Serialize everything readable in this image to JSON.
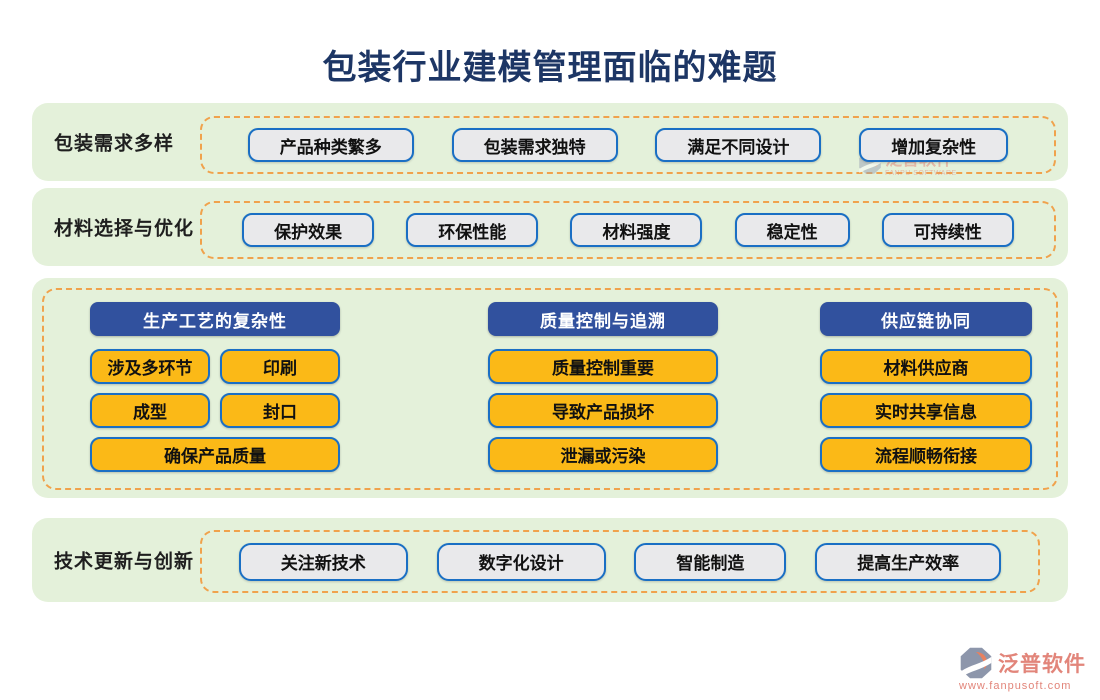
{
  "title": "包装行业建模管理面临的难题",
  "sections": {
    "packaging_demand": {
      "label": "包装需求多样",
      "items": [
        "产品种类繁多",
        "包装需求独特",
        "满足不同设计",
        "增加复杂性"
      ]
    },
    "material_selection": {
      "label": "材料选择与优化",
      "items": [
        "保护效果",
        "环保性能",
        "材料强度",
        "稳定性",
        "可持续性"
      ]
    },
    "process_groups": [
      {
        "header": "生产工艺的复杂性",
        "items": [
          "涉及多环节",
          "印刷",
          "成型",
          "封口",
          "确保产品质量"
        ]
      },
      {
        "header": "质量控制与追溯",
        "items": [
          "质量控制重要",
          "导致产品损坏",
          "泄漏或污染"
        ]
      },
      {
        "header": "供应链协同",
        "items": [
          "材料供应商",
          "实时共享信息",
          "流程顺畅衔接"
        ]
      }
    ],
    "tech_innovation": {
      "label": "技术更新与创新",
      "items": [
        "关注新技术",
        "数字化设计",
        "智能制造",
        "提高生产效率"
      ]
    }
  },
  "watermark": {
    "brand": "泛普软件",
    "subbrand": "FANPU SOFTWARE"
  },
  "footer": {
    "brand": "泛普软件",
    "url": "www.fanpusoft.com"
  },
  "colors": {
    "title": "#1d3665",
    "section_bg": "#e4f1da",
    "dashed_border": "#f0a24c",
    "header_bg": "#31519e",
    "yellow_node": "#fbb917",
    "blue_border": "#1a6fc4",
    "gray_node": "#e9e9eb",
    "brand_salmon": "#e2857a"
  }
}
